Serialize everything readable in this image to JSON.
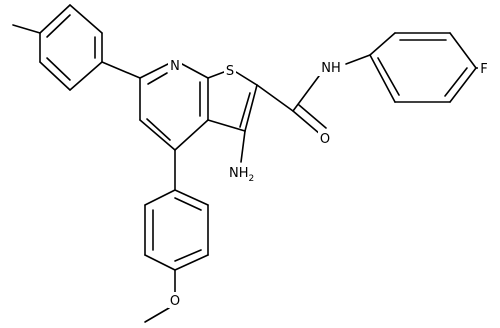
{
  "atoms": {
    "n_ring": "N",
    "s_ring": "S",
    "nh_amide": "NH",
    "o_carbonyl": "O",
    "f_sub": "F",
    "nh2": "NH",
    "nh2_sub": "2",
    "o_methoxy": "O"
  }
}
